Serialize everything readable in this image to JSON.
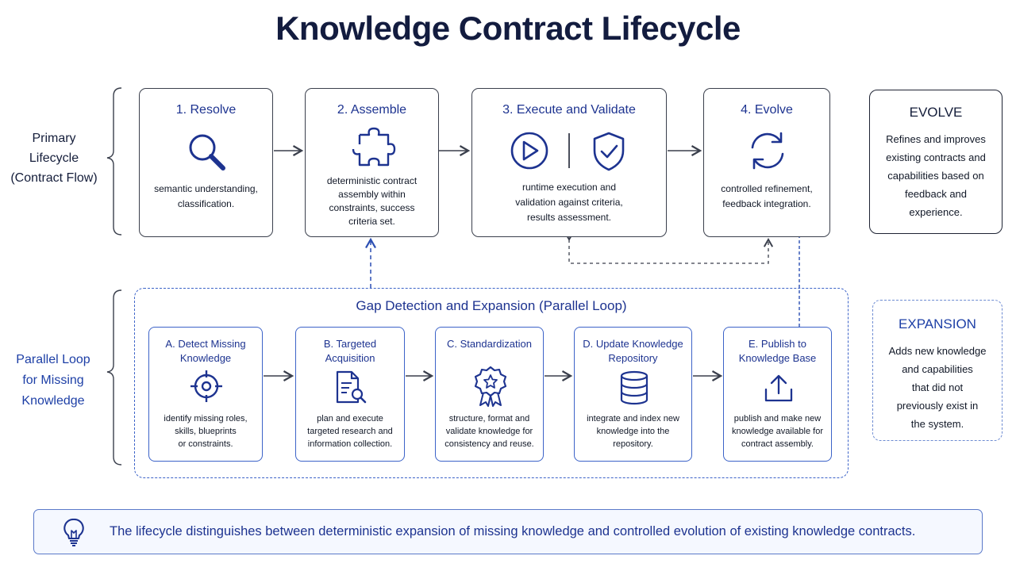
{
  "title": "Knowledge Contract Lifecycle",
  "primary_label": [
    "Primary",
    "Lifecycle",
    "(Contract Flow)"
  ],
  "parallel_label": [
    "Parallel Loop",
    "for Missing",
    "Knowledge"
  ],
  "primary_steps": [
    {
      "title": "1. Resolve",
      "icon": "magnifier-icon",
      "desc": [
        "semantic understanding,",
        "classification."
      ]
    },
    {
      "title": "2. Assemble",
      "icon": "puzzle-piece-icon",
      "desc": [
        "deterministic contract",
        "assembly within",
        "constraints, success",
        "criteria set."
      ]
    },
    {
      "title": "3. Execute and Validate",
      "icon": "play-and-shield-icon",
      "desc": [
        "runtime execution and",
        "validation against criteria,",
        "results assessment."
      ]
    },
    {
      "title": "4. Evolve",
      "icon": "refresh-cycle-icon",
      "desc": [
        "controlled refinement,",
        "feedback integration."
      ]
    }
  ],
  "evolve_box": {
    "heading": "EVOLVE",
    "desc": [
      "Refines and improves",
      "existing contracts and",
      "capabilities based on",
      "feedback and",
      "experience."
    ]
  },
  "gap_loop": {
    "title": "Gap Detection and Expansion (Parallel Loop)",
    "steps": [
      {
        "title": [
          "A. Detect Missing",
          "Knowledge"
        ],
        "icon": "crosshair-target-icon",
        "desc": [
          "identify missing roles,",
          "skills, blueprints",
          "or constraints."
        ]
      },
      {
        "title": [
          "B. Targeted",
          "Acquisition"
        ],
        "icon": "document-search-icon",
        "desc": [
          "plan and execute",
          "targeted research and",
          "information collection."
        ]
      },
      {
        "title": [
          "C. Standardization"
        ],
        "icon": "award-badge-icon",
        "desc": [
          "structure, format and",
          "validate knowledge for",
          "consistency and reuse."
        ]
      },
      {
        "title": [
          "D. Update Knowledge",
          "Repository"
        ],
        "icon": "database-icon",
        "desc": [
          "integrate and index new",
          "knowledge into the",
          "repository."
        ]
      },
      {
        "title": [
          "E. Publish to",
          "Knowledge Base"
        ],
        "icon": "upload-icon",
        "desc": [
          "publish and make new",
          "knowledge available for",
          "contract assembly."
        ]
      }
    ]
  },
  "expansion_box": {
    "heading": "EXPANSION",
    "desc": [
      "Adds new knowledge",
      "and capabilities",
      "that did not",
      "previously exist in",
      "the system."
    ]
  },
  "footer": {
    "icon": "lightbulb-icon",
    "text": "The lifecycle distinguishes between deterministic expansion of missing knowledge and controlled evolution of existing knowledge contracts."
  },
  "colors": {
    "navy": "#131c3f",
    "accent_blue": "#1d3fa6",
    "dash_blue": "#3c63c8",
    "footer_bg": "#f5f8ff"
  }
}
